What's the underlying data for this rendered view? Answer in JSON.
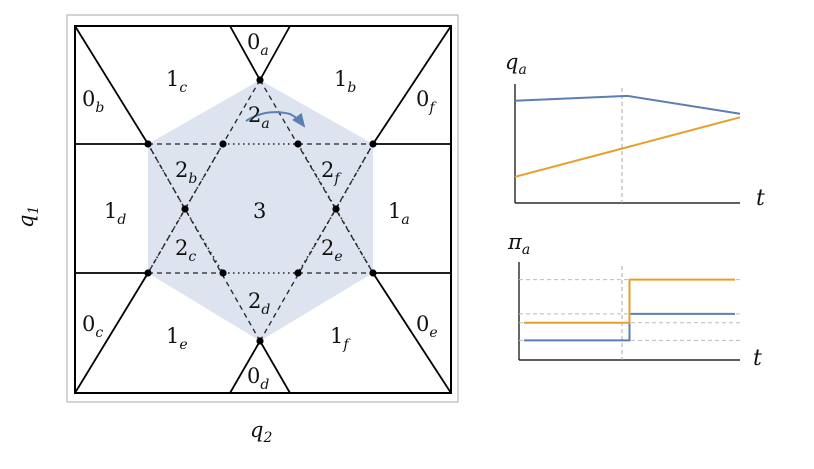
{
  "colors": {
    "hexagon_fill": "#dde3ef",
    "arrow": "#5b7fb5",
    "series_blue": "#5b7fb5",
    "series_orange": "#e6a02a",
    "frame": "#bdbdbd"
  },
  "diagram": {
    "x_axis_label": "q",
    "x_axis_sub": "2",
    "y_axis_label": "q",
    "y_axis_sub": "1",
    "regions": [
      {
        "id": "0a",
        "main": "0",
        "sub": "a"
      },
      {
        "id": "0b",
        "main": "0",
        "sub": "b"
      },
      {
        "id": "0c",
        "main": "0",
        "sub": "c"
      },
      {
        "id": "0d",
        "main": "0",
        "sub": "d"
      },
      {
        "id": "0e",
        "main": "0",
        "sub": "e"
      },
      {
        "id": "0f",
        "main": "0",
        "sub": "f"
      },
      {
        "id": "1a",
        "main": "1",
        "sub": "a"
      },
      {
        "id": "1b",
        "main": "1",
        "sub": "b"
      },
      {
        "id": "1c",
        "main": "1",
        "sub": "c"
      },
      {
        "id": "1d",
        "main": "1",
        "sub": "d"
      },
      {
        "id": "1e",
        "main": "1",
        "sub": "e"
      },
      {
        "id": "1f",
        "main": "1",
        "sub": "f"
      },
      {
        "id": "2a",
        "main": "2",
        "sub": "a"
      },
      {
        "id": "2b",
        "main": "2",
        "sub": "b"
      },
      {
        "id": "2c",
        "main": "2",
        "sub": "c"
      },
      {
        "id": "2d",
        "main": "2",
        "sub": "d"
      },
      {
        "id": "2e",
        "main": "2",
        "sub": "e"
      },
      {
        "id": "2f",
        "main": "2",
        "sub": "f"
      },
      {
        "id": "3",
        "main": "3",
        "sub": ""
      }
    ]
  },
  "plot_q": {
    "y_label": "q",
    "y_label_sub": "a",
    "x_label": "t",
    "series": [
      {
        "color": "#5b7fb5",
        "t": [
          0,
          1,
          2
        ],
        "values": [
          0.86,
          0.9,
          0.75
        ]
      },
      {
        "color": "#e6a02a",
        "t": [
          0,
          1,
          2
        ],
        "values": [
          0.22,
          0.47,
          0.72
        ]
      }
    ],
    "t_switch": 1
  },
  "plot_pi": {
    "y_label": "π",
    "y_label_sub": "a",
    "x_label": "t",
    "series": [
      {
        "color": "#5b7fb5",
        "t": [
          0,
          1,
          1,
          2
        ],
        "values": [
          0.2,
          0.2,
          0.47,
          0.47
        ]
      },
      {
        "color": "#e6a02a",
        "t": [
          0,
          1,
          1,
          2
        ],
        "values": [
          0.38,
          0.38,
          0.82,
          0.82
        ]
      }
    ],
    "gridlines": [
      0.2,
      0.38,
      0.47,
      0.82
    ],
    "t_switch": 1
  }
}
